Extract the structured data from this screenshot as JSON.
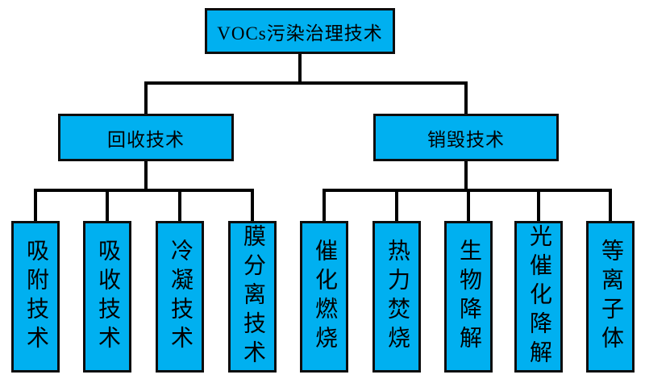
{
  "diagram": {
    "type": "tree",
    "title": "VOCs污染治理技术",
    "colors": {
      "background": "#FFFFFF",
      "box_fill": "#00B0F0",
      "box_border": "#0D0D0D",
      "connector_line": "#000000",
      "text": "#000000"
    },
    "root": {
      "label": "VOCs污染治理技术"
    },
    "branches": [
      {
        "label": "回收技术",
        "children": [
          "吸附技术",
          "吸收技术",
          "冷凝技术",
          "膜分离技术"
        ]
      },
      {
        "label": "销毁技术",
        "children": [
          "催化燃烧",
          "热力焚烧",
          "生物降解",
          "光催化降解",
          "等离子体"
        ]
      }
    ]
  }
}
